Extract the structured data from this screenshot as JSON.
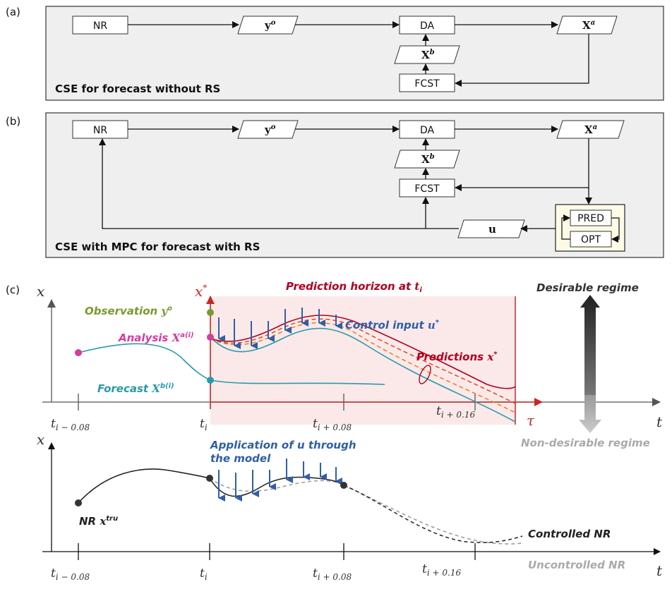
{
  "panel_a": {
    "tag": "(a)",
    "title": "CSE for forecast without RS",
    "nr": "NR",
    "yo": "y",
    "yo_sup": "o",
    "da": "DA",
    "xa": "X",
    "xa_sup": "a",
    "xb": "X",
    "xb_sup": "b",
    "fcst": "FCST"
  },
  "panel_b": {
    "tag": "(b)",
    "title": "CSE with MPC for forecast with RS",
    "nr": "NR",
    "yo": "y",
    "yo_sup": "o",
    "da": "DA",
    "xa": "X",
    "xa_sup": "a",
    "xb": "X",
    "xb_sup": "b",
    "fcst": "FCST",
    "pred": "PRED",
    "opt": "OPT",
    "u": "u"
  },
  "panel_c": {
    "tag": "(c)",
    "x_axis_var": "x",
    "x_star": "x",
    "x_star_sup": "*",
    "t_var": "t",
    "tau_var": "τ",
    "horizon_label": "Prediction horizon at ",
    "horizon_sub": "t",
    "horizon_sub_i": "i",
    "observation_label": "Observation ",
    "observation_sym": "y",
    "observation_sup": "o",
    "analysis_label": "Analysis ",
    "analysis_sym": "X",
    "analysis_sup": "a(i)",
    "forecast_label": "Forecast ",
    "forecast_sym": "X",
    "forecast_sup": "b(i)",
    "control_label": "Control input ",
    "control_sym": "u",
    "control_sup": "*",
    "predictions_label": "Predictions ",
    "predictions_sym": "x",
    "predictions_sup": "*",
    "desirable": "Desirable regime",
    "non_desirable": "Non-desirable regime",
    "ticks_top": [
      "t",
      "t",
      "t",
      "t"
    ],
    "ticks_top_suffix": [
      "i − 0.08",
      "i",
      "i + 0.08",
      "i + 0.16"
    ],
    "application_line1": "Application of u through",
    "application_line2": "the model",
    "nr_label": "NR ",
    "nr_sym": "x",
    "nr_sup": "tru",
    "controlled": "Controlled NR",
    "uncontrolled": "Uncontrolled NR"
  },
  "colors": {
    "panel_bg": "#efefef",
    "obs": "#7a9a2e",
    "analysis": "#d63ba0",
    "forecast": "#2a9aa8",
    "control": "#2f5fa8",
    "prediction": "#b00020",
    "pred_orange": "#e08020",
    "horizon_fill": "#fbe9e9"
  }
}
